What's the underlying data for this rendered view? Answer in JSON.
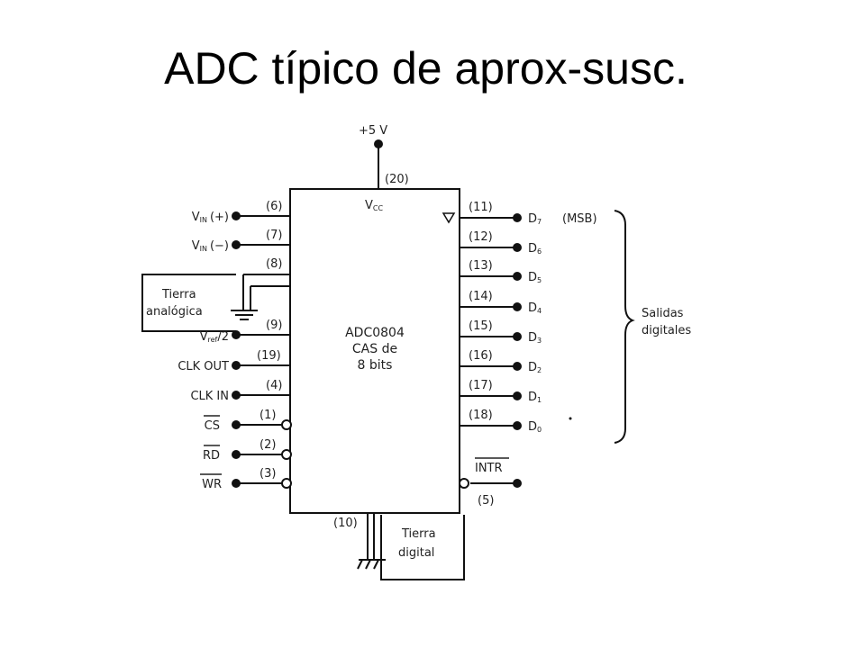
{
  "title": "ADC típico de aprox-susc.",
  "supply": {
    "label": "+5 V",
    "vcc_pin": "(20)",
    "vcc_label": "V",
    "vcc_sub": "CC"
  },
  "chip": {
    "line1": "ADC0804",
    "line2": "CAS de",
    "line3": "8 bits"
  },
  "left_pins": {
    "vin_plus": {
      "label": "V",
      "sub": "IN",
      "suffix": "(+)",
      "pin": "(6)"
    },
    "vin_minus": {
      "label": "V",
      "sub": "IN",
      "suffix": "(−)",
      "pin": "(7)"
    },
    "agnd": {
      "pin": "(8)",
      "label_line1": "Tierra",
      "label_line2": "analógica"
    },
    "vref": {
      "label": "V",
      "sub": "ref",
      "suffix": "/2",
      "pin": "(9)"
    },
    "clk_out": {
      "label": "CLK OUT",
      "pin": "(19)"
    },
    "clk_in": {
      "label": "CLK IN",
      "pin": "(4)"
    },
    "cs": {
      "label": "CS",
      "pin": "(1)"
    },
    "rd": {
      "label": "RD",
      "pin": "(2)"
    },
    "wr": {
      "label": "WR",
      "pin": "(3)"
    }
  },
  "outputs": [
    {
      "label": "D",
      "sub": "7",
      "pin": "(11)"
    },
    {
      "label": "D",
      "sub": "6",
      "pin": "(12)"
    },
    {
      "label": "D",
      "sub": "5",
      "pin": "(13)"
    },
    {
      "label": "D",
      "sub": "4",
      "pin": "(14)"
    },
    {
      "label": "D",
      "sub": "3",
      "pin": "(15)"
    },
    {
      "label": "D",
      "sub": "2",
      "pin": "(16)"
    },
    {
      "label": "D",
      "sub": "1",
      "pin": "(17)"
    },
    {
      "label": "D",
      "sub": "0",
      "pin": "(18)"
    }
  ],
  "msb_label": "(MSB)",
  "outputs_brace": {
    "line1": "Salidas",
    "line2": "digitales"
  },
  "intr": {
    "label": "INTR",
    "pin": "(5)"
  },
  "dgnd": {
    "pin": "(10)",
    "label_line1": "Tierra",
    "label_line2": "digital"
  }
}
